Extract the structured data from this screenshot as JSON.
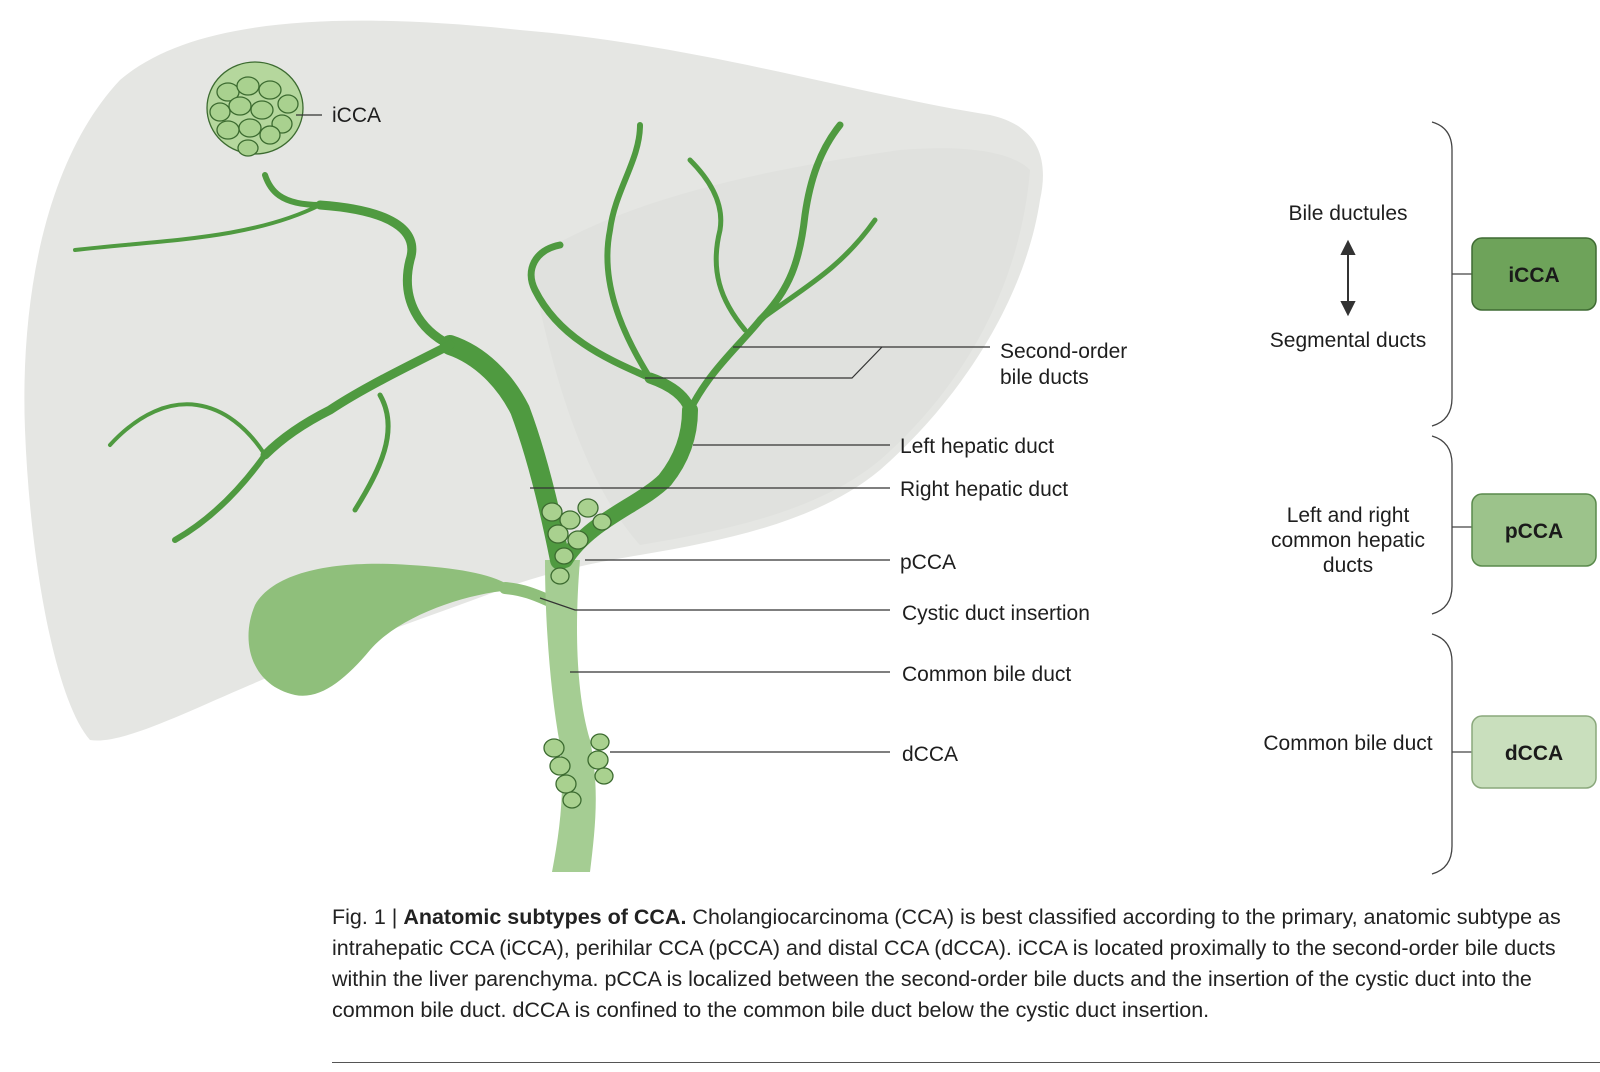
{
  "anatomy_labels": {
    "icca": "iCCA",
    "second_order": [
      "Second-order",
      "bile ducts"
    ],
    "left_hepatic": "Left hepatic duct",
    "right_hepatic": "Right hepatic duct",
    "pcca": "pCCA",
    "cystic_insertion": "Cystic duct insertion",
    "common_bile": "Common bile duct",
    "dcca": "dCCA"
  },
  "classification": {
    "icca_group": {
      "top": "Bile ductules",
      "bottom": "Segmental ducts",
      "box": "iCCA",
      "box_color": "#6ea35a"
    },
    "pcca_group": {
      "lines": [
        "Left and right",
        "common hepatic",
        "ducts"
      ],
      "box": "pCCA",
      "box_color": "#9cc38b"
    },
    "dcca_group": {
      "text": "Common bile duct",
      "box": "dCCA",
      "box_color": "#c9dfbd"
    }
  },
  "colors": {
    "liver": "#e5e6e3",
    "duct": "#4f9a40",
    "duct_light": "#a5cd93",
    "gallbladder": "#8fbf7b",
    "tumor_fill": "#a9d18f",
    "tumor_stroke": "#3c6b30"
  },
  "caption": {
    "fig": "Fig. 1 | ",
    "title": "Anatomic subtypes of CCA.",
    "body": " Cholangiocarcinoma (CCA) is best classified according to the primary, anatomic subtype as intrahepatic CCA (iCCA), perihilar CCA (pCCA) and distal CCA (dCCA). iCCA is located proximally to the second-order bile ducts within the liver parenchyma. pCCA is localized between the second-order bile ducts and the insertion of the cystic duct into the common bile duct. dCCA is confined to the common bile duct below the cystic duct insertion."
  }
}
